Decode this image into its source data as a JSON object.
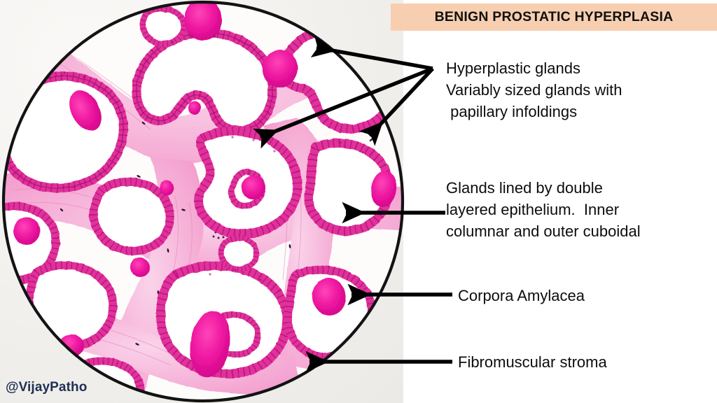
{
  "header": {
    "title": "BENIGN PROSTATIC HYPERPLASIA",
    "banner_color": "#f7cfb0",
    "title_color": "#111111"
  },
  "figure": {
    "kind": "hand-drawn-histology-illustration",
    "subject": "Prostate — benign prostatic hyperplasia, low power view",
    "field_shape": "circular microscope field",
    "stain_palette": {
      "epithelium": "#e0309a",
      "epithelium_outline": "#c41f84",
      "stroma": "#f6a8d4",
      "stroma_light": "#fbd3e8",
      "corpora_amylacea": "#ef1ba0",
      "nuclei": "#2a1436",
      "field_border": "#111111",
      "lumen": "#ffffff"
    },
    "structures": [
      "hyperplastic glands with papillary infoldings",
      "double layered epithelium (inner columnar, outer cuboidal)",
      "corpora amylacea",
      "fibromuscular stroma"
    ]
  },
  "annotations": [
    {
      "id": "hyperplastic-glands",
      "lines": "Hyperplastic glands\nVariably sized glands with\n papillary infoldings",
      "arrows": 3,
      "pointer_style": "three arrows fanning from one hub"
    },
    {
      "id": "double-layered-epithelium",
      "lines": "Glands lined by double\nlayered epithelium.  Inner\ncolumnar and outer cuboidal",
      "arrows": 1,
      "pointer_style": "single horizontal arrow"
    },
    {
      "id": "corpora-amylacea",
      "lines": "Corpora Amylacea",
      "arrows": 1,
      "pointer_style": "single horizontal arrow"
    },
    {
      "id": "fibromuscular-stroma",
      "lines": "Fibromuscular stroma",
      "arrows": 1,
      "pointer_style": "single horizontal arrow"
    }
  ],
  "watermark": {
    "handle": "@VijayPatho",
    "color": "#1f3055"
  }
}
